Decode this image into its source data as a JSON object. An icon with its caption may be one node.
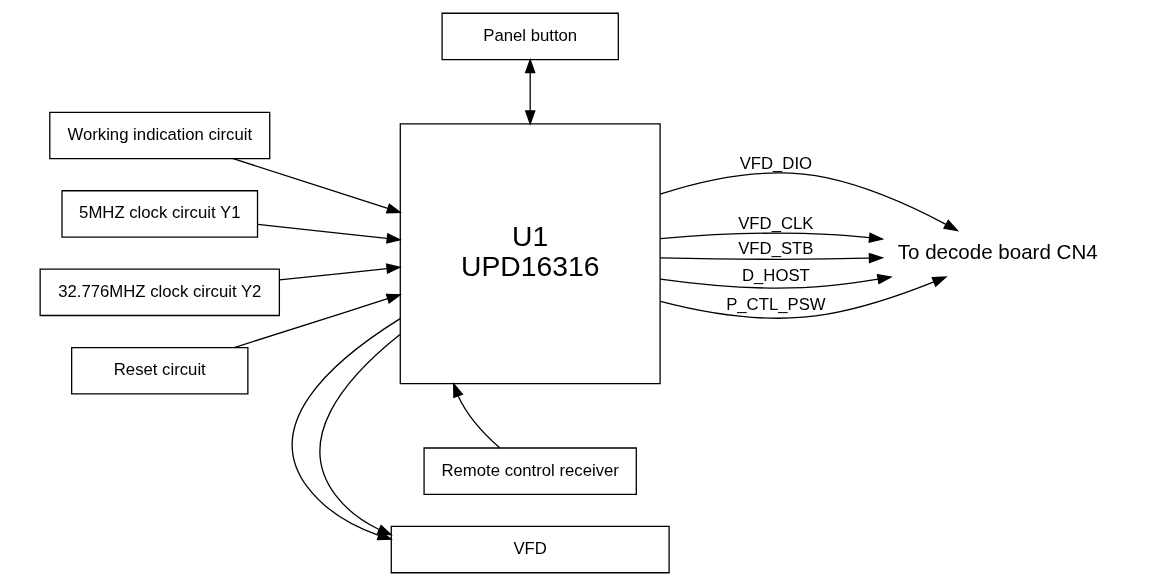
{
  "diagram": {
    "nodes": [
      {
        "text": [
          "VFD"
        ]
      },
      {
        "text": [
          "U1",
          "UPD16316"
        ]
      },
      {
        "text": [
          "Working indication circuit"
        ]
      },
      {
        "text": [
          "5MHZ clock circuit Y1"
        ]
      },
      {
        "text": [
          "32.776MHZ clock circuit Y2"
        ]
      },
      {
        "text": [
          "Reset circuit"
        ]
      },
      {
        "text": [
          "Remote control receiver"
        ]
      },
      {
        "text": [
          "Panel button"
        ]
      },
      {
        "text": [
          "To decode board CN4"
        ]
      }
    ],
    "edges": [
      {
        "from": 1,
        "to": 0,
        "arrow": "to"
      },
      {
        "from": 1,
        "to": 0,
        "arrow": "to"
      },
      {
        "from": 2,
        "to": 1,
        "arrow": "to"
      },
      {
        "from": 3,
        "to": 1,
        "arrow": "to"
      },
      {
        "from": 4,
        "to": 1,
        "arrow": "to"
      },
      {
        "from": 5,
        "to": 1,
        "arrow": "to"
      },
      {
        "from": 6,
        "to": 1,
        "arrow": "to"
      },
      {
        "from": 7,
        "to": 1,
        "arrow": "both"
      },
      {
        "from": 1,
        "to": 8,
        "arrow": "to",
        "label": "VFD_DIO"
      },
      {
        "from": 1,
        "to": 8,
        "arrow": "to",
        "label": "VFD_CLK"
      },
      {
        "from": 1,
        "to": 8,
        "arrow": "to",
        "label": "VFD_STB"
      },
      {
        "from": 1,
        "to": 8,
        "arrow": "to",
        "label": "D_HOST"
      },
      {
        "from": 1,
        "to": 8,
        "arrow": "to",
        "label": "P_CTL_PSW"
      }
    ]
  }
}
